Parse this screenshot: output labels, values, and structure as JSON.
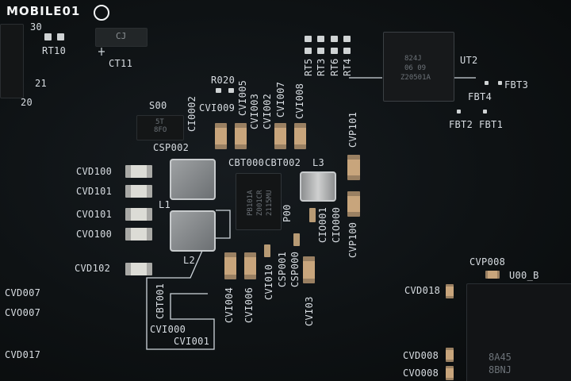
{
  "watermark": "MOBILE01",
  "labels": {
    "n30": "30",
    "rt10": "RT10",
    "ct11": "CT11",
    "n21": "21",
    "n20": "20",
    "rt5": "RT5",
    "rt3": "RT3",
    "rt6": "RT6",
    "rt4": "RT4",
    "ut2": "UT2",
    "fbt3": "FBT3",
    "fbt4": "FBT4",
    "fbt2": "FBT2",
    "fbt1": "FBT1",
    "r020": "R020",
    "s00": "S00",
    "ci0002": "CI0002",
    "csp002": "CSP002",
    "cvi009": "CVI009",
    "cvi005": "CVI005",
    "cvi003": "CVI003",
    "cvi002": "CVI002",
    "cvi007": "CVI007",
    "cvi008": "CVI008",
    "cbt000": "CBT000",
    "cbt002": "CBT002",
    "l3": "L3",
    "cvp101": "CVP101",
    "cvp100": "CVP100",
    "cvd100": "CVD100",
    "cvd101": "CVD101",
    "cvo101": "CVO101",
    "cvo100": "CVO100",
    "cvd102": "CVD102",
    "l1": "L1",
    "l2": "L2",
    "p00": "P00",
    "cio001": "CIO001",
    "cio000": "CIO000",
    "csp001": "CSP001",
    "csp000": "CSP000",
    "cvi010": "CVI010",
    "cvi004": "CVI004",
    "cvi006": "CVI006",
    "cvi03": "CVI03",
    "cbt001": "CBT001",
    "cvi000": "CVI000",
    "cvi001": "CVI001",
    "cvp008": "CVP008",
    "u00b": "U00_B",
    "cvd018": "CVD018",
    "cvd007": "CVD007",
    "cvo007": "CVO007",
    "cvd017": "CVD017",
    "cvd008": "CVD008",
    "cvo008": "CVO008"
  },
  "chips": {
    "ut2_marking": [
      "824J",
      "06 09",
      "Z20501A"
    ],
    "s00_marking": [
      "5T",
      "8FO"
    ],
    "p00_marking": [
      "PB101A",
      "Z001CR",
      "2115MU"
    ],
    "bottom_right_marking": [
      "8A45",
      "8BNJ"
    ],
    "ct11_marking": "CJ"
  }
}
